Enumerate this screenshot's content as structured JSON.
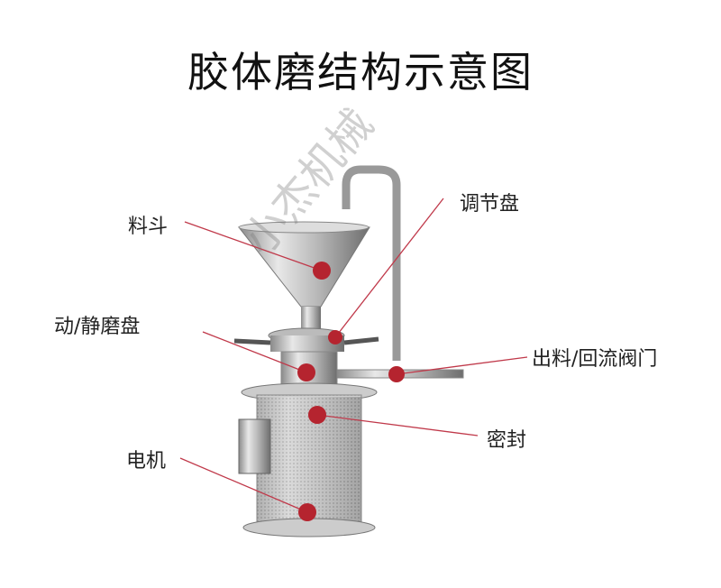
{
  "title": "胶体磨结构示意图",
  "labels": {
    "hopper": "料斗",
    "adjust_disc": "调节盘",
    "grinding_disc": "动/静磨盘",
    "valve": "出料/回流阀门",
    "seal": "密封",
    "motor": "电机"
  },
  "watermark": "小杰机械",
  "colors": {
    "marker": "#b5242f",
    "leader": "#c0394a"
  }
}
